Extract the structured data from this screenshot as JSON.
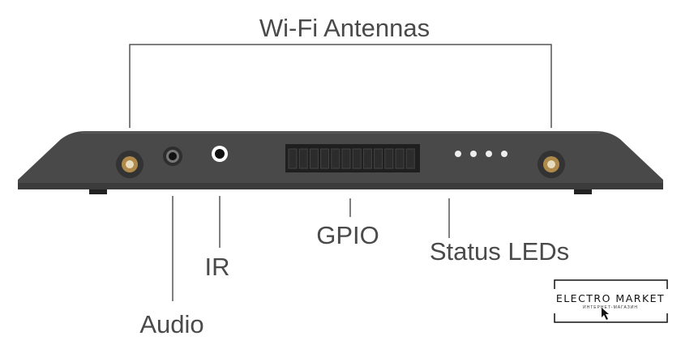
{
  "labels": {
    "wifi": "Wi-Fi Antennas",
    "audio": "Audio",
    "ir": "IR",
    "gpio": "GPIO",
    "status": "Status LEDs"
  },
  "logo": {
    "title": "ELECTRO MARKET",
    "subtitle": "ИНТЕРНЕТ-МАГАЗИН"
  },
  "colors": {
    "device": "#4a4949",
    "line": "#555555",
    "text": "#4a4a4a"
  }
}
